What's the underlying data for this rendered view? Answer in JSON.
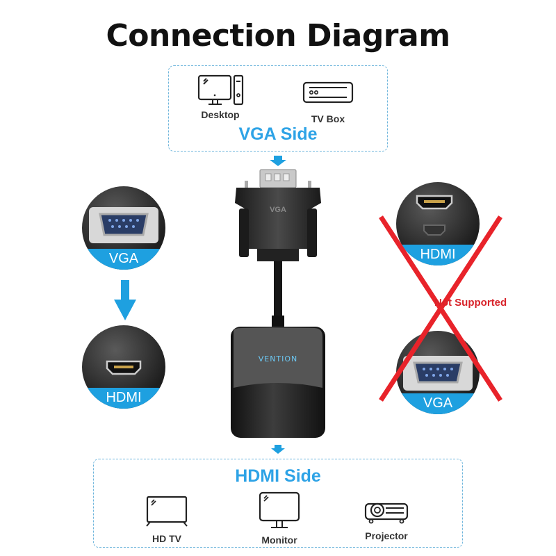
{
  "title": "Connection Diagram",
  "vga_side": {
    "label": "VGA Side",
    "devices": [
      {
        "icon": "desktop-icon",
        "label": "Desktop"
      },
      {
        "icon": "tv-box-icon",
        "label": "TV Box"
      }
    ]
  },
  "hdmi_side": {
    "label": "HDMI Side",
    "devices": [
      {
        "icon": "hd-tv-icon",
        "label": "HD TV"
      },
      {
        "icon": "monitor-icon",
        "label": "Monitor"
      },
      {
        "icon": "projector-icon",
        "label": "Projector"
      }
    ]
  },
  "adapter": {
    "input_connector_label": "VGA",
    "brand": "VENTION"
  },
  "supported": {
    "from_label": "VGA",
    "to_label": "HDMI"
  },
  "unsupported": {
    "from_label": "HDMI",
    "to_label": "VGA",
    "note": "Not Supported"
  },
  "colors": {
    "accent_blue": "#2ea3e6",
    "band_blue": "#1ea0e0",
    "dash_border": "#6fb6dc",
    "cross_red": "#e8232a"
  }
}
